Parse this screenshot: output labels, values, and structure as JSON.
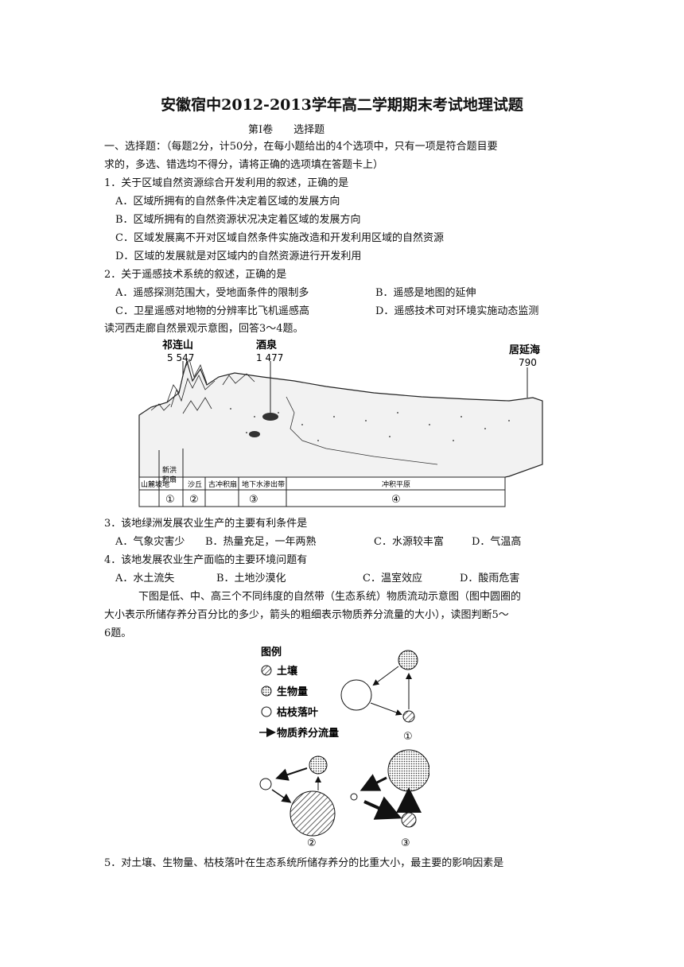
{
  "title": "安徽宿中2012-2013学年高二学期期末考试地理试题",
  "section": "第Ⅰ卷　　选择题",
  "intro_line1": "一、选择题：（每题2分，计50分，在每小题给出的4个选项中，只有一项是符合题目要",
  "intro_line2": "求的，多选、错选均不得分，请将正确的选项填在答题卡上）",
  "q1": {
    "stem": "1．关于区域自然资源综合开发利用的叙述，正确的是",
    "A": "A．区域所拥有的自然条件决定着区域的发展方向",
    "B": "B．区域所拥有的自然资源状况决定着区域的发展方向",
    "C": "C．区域发展离不开对区域自然条件实施改造和开发利用区域的自然资源",
    "D": "D．区域的发展就是对区域内的自然资源进行开发利用"
  },
  "q2": {
    "stem": "2．关于遥感技术系统的叙述，正确的是",
    "A": "A．遥感探测范围大，受地面条件的限制多",
    "B": "B．遥感是地图的延伸",
    "C": "C．卫星遥感对地物的分辨率比飞机遥感高",
    "D": "D．遥感技术可对环境实施动态监测"
  },
  "read34": "读河西走廊自然景观示意图，回答3～4题。",
  "fig1": {
    "peak1_name": "祁连山",
    "peak1_elev": "5 547",
    "peak2_name": "酒泉",
    "peak2_elev": "1 477",
    "peak3_name": "居延海",
    "peak3_elev": "790",
    "z0": "山麓坡地",
    "z1a": "新洪",
    "z1b": "积扇",
    "z2": "沙丘",
    "z3": "古冲积扇",
    "z4": "地下水渗出带",
    "z5": "冲积平原",
    "n1": "①",
    "n2": "②",
    "n3": "③",
    "n4": "④"
  },
  "q3": {
    "stem": "3．该地绿洲发展农业生产的主要有利条件是",
    "A": "A．气象灾害少",
    "B": "B．热量充足，一年两熟",
    "C": "C．水源较丰富",
    "D": "D．气温高"
  },
  "q4": {
    "stem": "4．该地发展农业生产面临的主要环境问题有",
    "A": "A．水土流失",
    "B": "B．土地沙漠化",
    "C": "C．温室效应",
    "D": "D．酸雨危害"
  },
  "para56_line1": "下图是低、中、高三个不同纬度的自然带（生态系统）物质流动示意图（图中圆圈的",
  "para56_line2": "大小表示所储存养分百分比的多少，箭头的粗细表示物质养分流量的大小），读图判断5～",
  "para56_line3": "6题。",
  "fig2": {
    "legend_title": "图例",
    "leg_soil": "土壤",
    "leg_bio": "生物量",
    "leg_litter": "枯枝落叶",
    "leg_flow": "物质养分流量",
    "label1": "①",
    "label2": "②",
    "label3": "③"
  },
  "q5": {
    "stem": "5．对土壤、生物量、枯枝落叶在生态系统所储存养分的比重大小，最主要的影响因素是"
  }
}
